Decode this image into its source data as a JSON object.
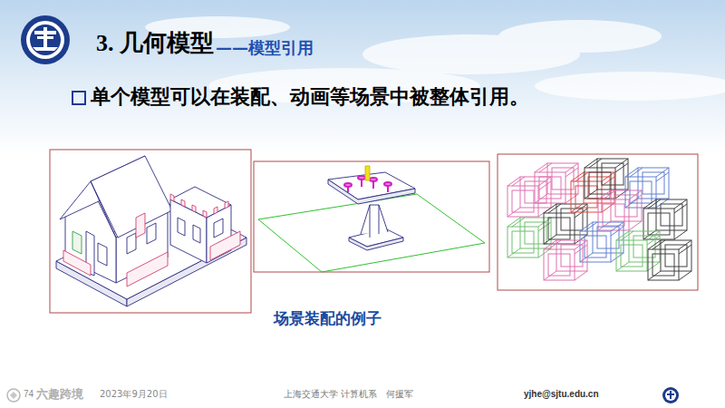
{
  "diagram": {
    "title": "3. 几何模型",
    "caption": "场景装配的例子",
    "labels": [
      "——模型引用",
      "单个模型可以在装配、动画等场景中被整体引用。",
      "六趣跨境",
      "74",
      "2023年9月20日",
      "上海交通大学 计算机系　何援军",
      "yjhe@sjtu.edu.cn"
    ]
  }
}
